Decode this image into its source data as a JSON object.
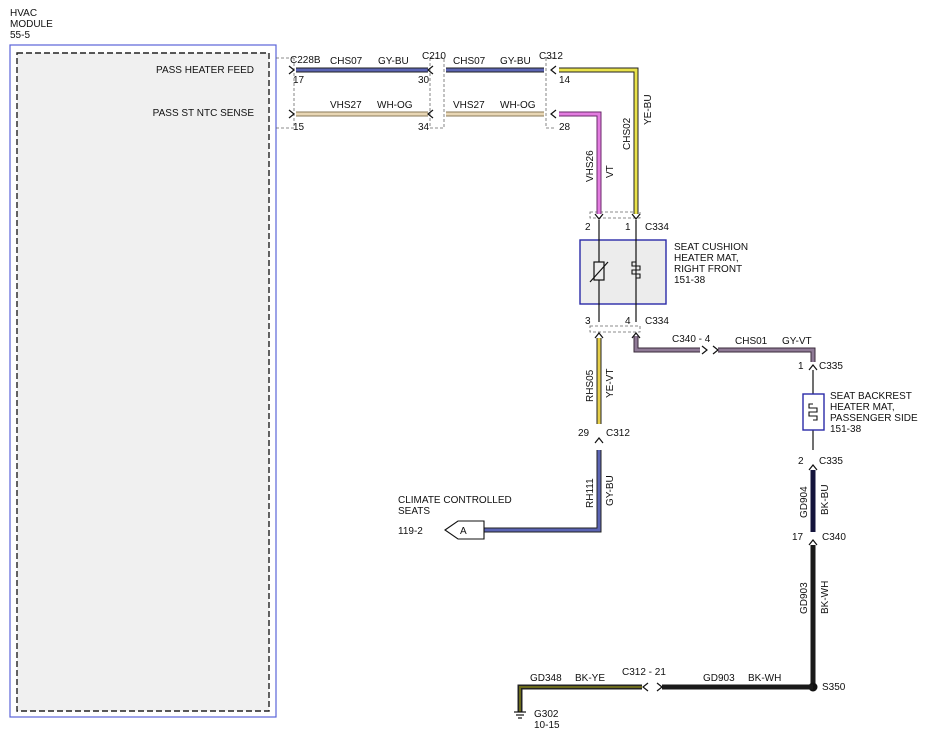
{
  "module": {
    "name_line1": "HVAC",
    "name_line2": "MODULE",
    "ref": "55-5",
    "pin_feed_label": "PASS HEATER FEED",
    "pin_ntc_label": "PASS ST NTC SENSE",
    "pin_feed_num": "17",
    "pin_ntc_num": "15",
    "connector": "C228B"
  },
  "wires": {
    "chs07_a_code": "CHS07",
    "chs07_a_color": "GY-BU",
    "chs07_b_code": "CHS07",
    "chs07_b_color": "GY-BU",
    "vhs27_a_code": "VHS27",
    "vhs27_a_color": "WH-OG",
    "vhs27_b_code": "VHS27",
    "vhs27_b_color": "WH-OG",
    "chs02_code": "CHS02",
    "chs02_color": "YE-BU",
    "vhs26_code": "VHS26",
    "vhs26_color": "VT",
    "rhs05_code": "RHS05",
    "rhs05_color": "YE-VT",
    "rh111_code": "RH111",
    "rh111_color": "GY-BU",
    "chs01_code": "CHS01",
    "chs01_color": "GY-VT",
    "gd904_code": "GD904",
    "gd904_color": "BK-BU",
    "gd903_v_code": "GD903",
    "gd903_v_color": "BK-WH",
    "gd903_h_code": "GD903",
    "gd903_h_color": "BK-WH",
    "gd348_code": "GD348",
    "gd348_color": "BK-YE"
  },
  "connectors": {
    "c210": "C210",
    "c210_pin_top": "30",
    "c210_pin_bot": "34",
    "c312_top": "C312",
    "c312_pin_top": "14",
    "c312_pin_bot": "28",
    "c334_top": "C334",
    "c334_pin_2": "2",
    "c334_pin_1": "1",
    "c334_bot": "C334",
    "c334_pin_3": "3",
    "c334_pin_4": "4",
    "c340_4": "C340 - 4",
    "c335_top": "C335",
    "c335_pin_1": "1",
    "c335_bot": "C335",
    "c335_pin_2": "2",
    "c312_mid": "C312",
    "c312_pin_29": "29",
    "c340_17": "C340",
    "c340_pin_17": "17",
    "c312_21": "C312 - 21",
    "s350": "S350"
  },
  "components": {
    "cushion_line1": "SEAT CUSHION",
    "cushion_line2": "HEATER MAT,",
    "cushion_line3": "RIGHT FRONT",
    "cushion_ref": "151-38",
    "backrest_line1": "SEAT BACKREST",
    "backrest_line2": "HEATER MAT,",
    "backrest_line3": "PASSENGER SIDE",
    "backrest_ref": "151-38",
    "climate_line1": "CLIMATE CONTROLLED",
    "climate_line2": "SEATS",
    "climate_ref": "119-2",
    "climate_flag": "A",
    "ground": "G302",
    "ground_ref": "10-15"
  },
  "colors": {
    "module_border": "#5a63d8",
    "component_border": "#2a2aa8",
    "component_fill": "#ececec",
    "gy_bu": "#5b64b4",
    "wh_og": "#e8d6b4",
    "ye_bu": "#e9e24a",
    "vt": "#e37ce0",
    "ye_vt": "#e6cf4a",
    "gy_vt": "#8f7a96",
    "bk_bu": "#14143c",
    "bk_wh": "#1a1a1a",
    "bk_ye": "#6b6a1c"
  }
}
